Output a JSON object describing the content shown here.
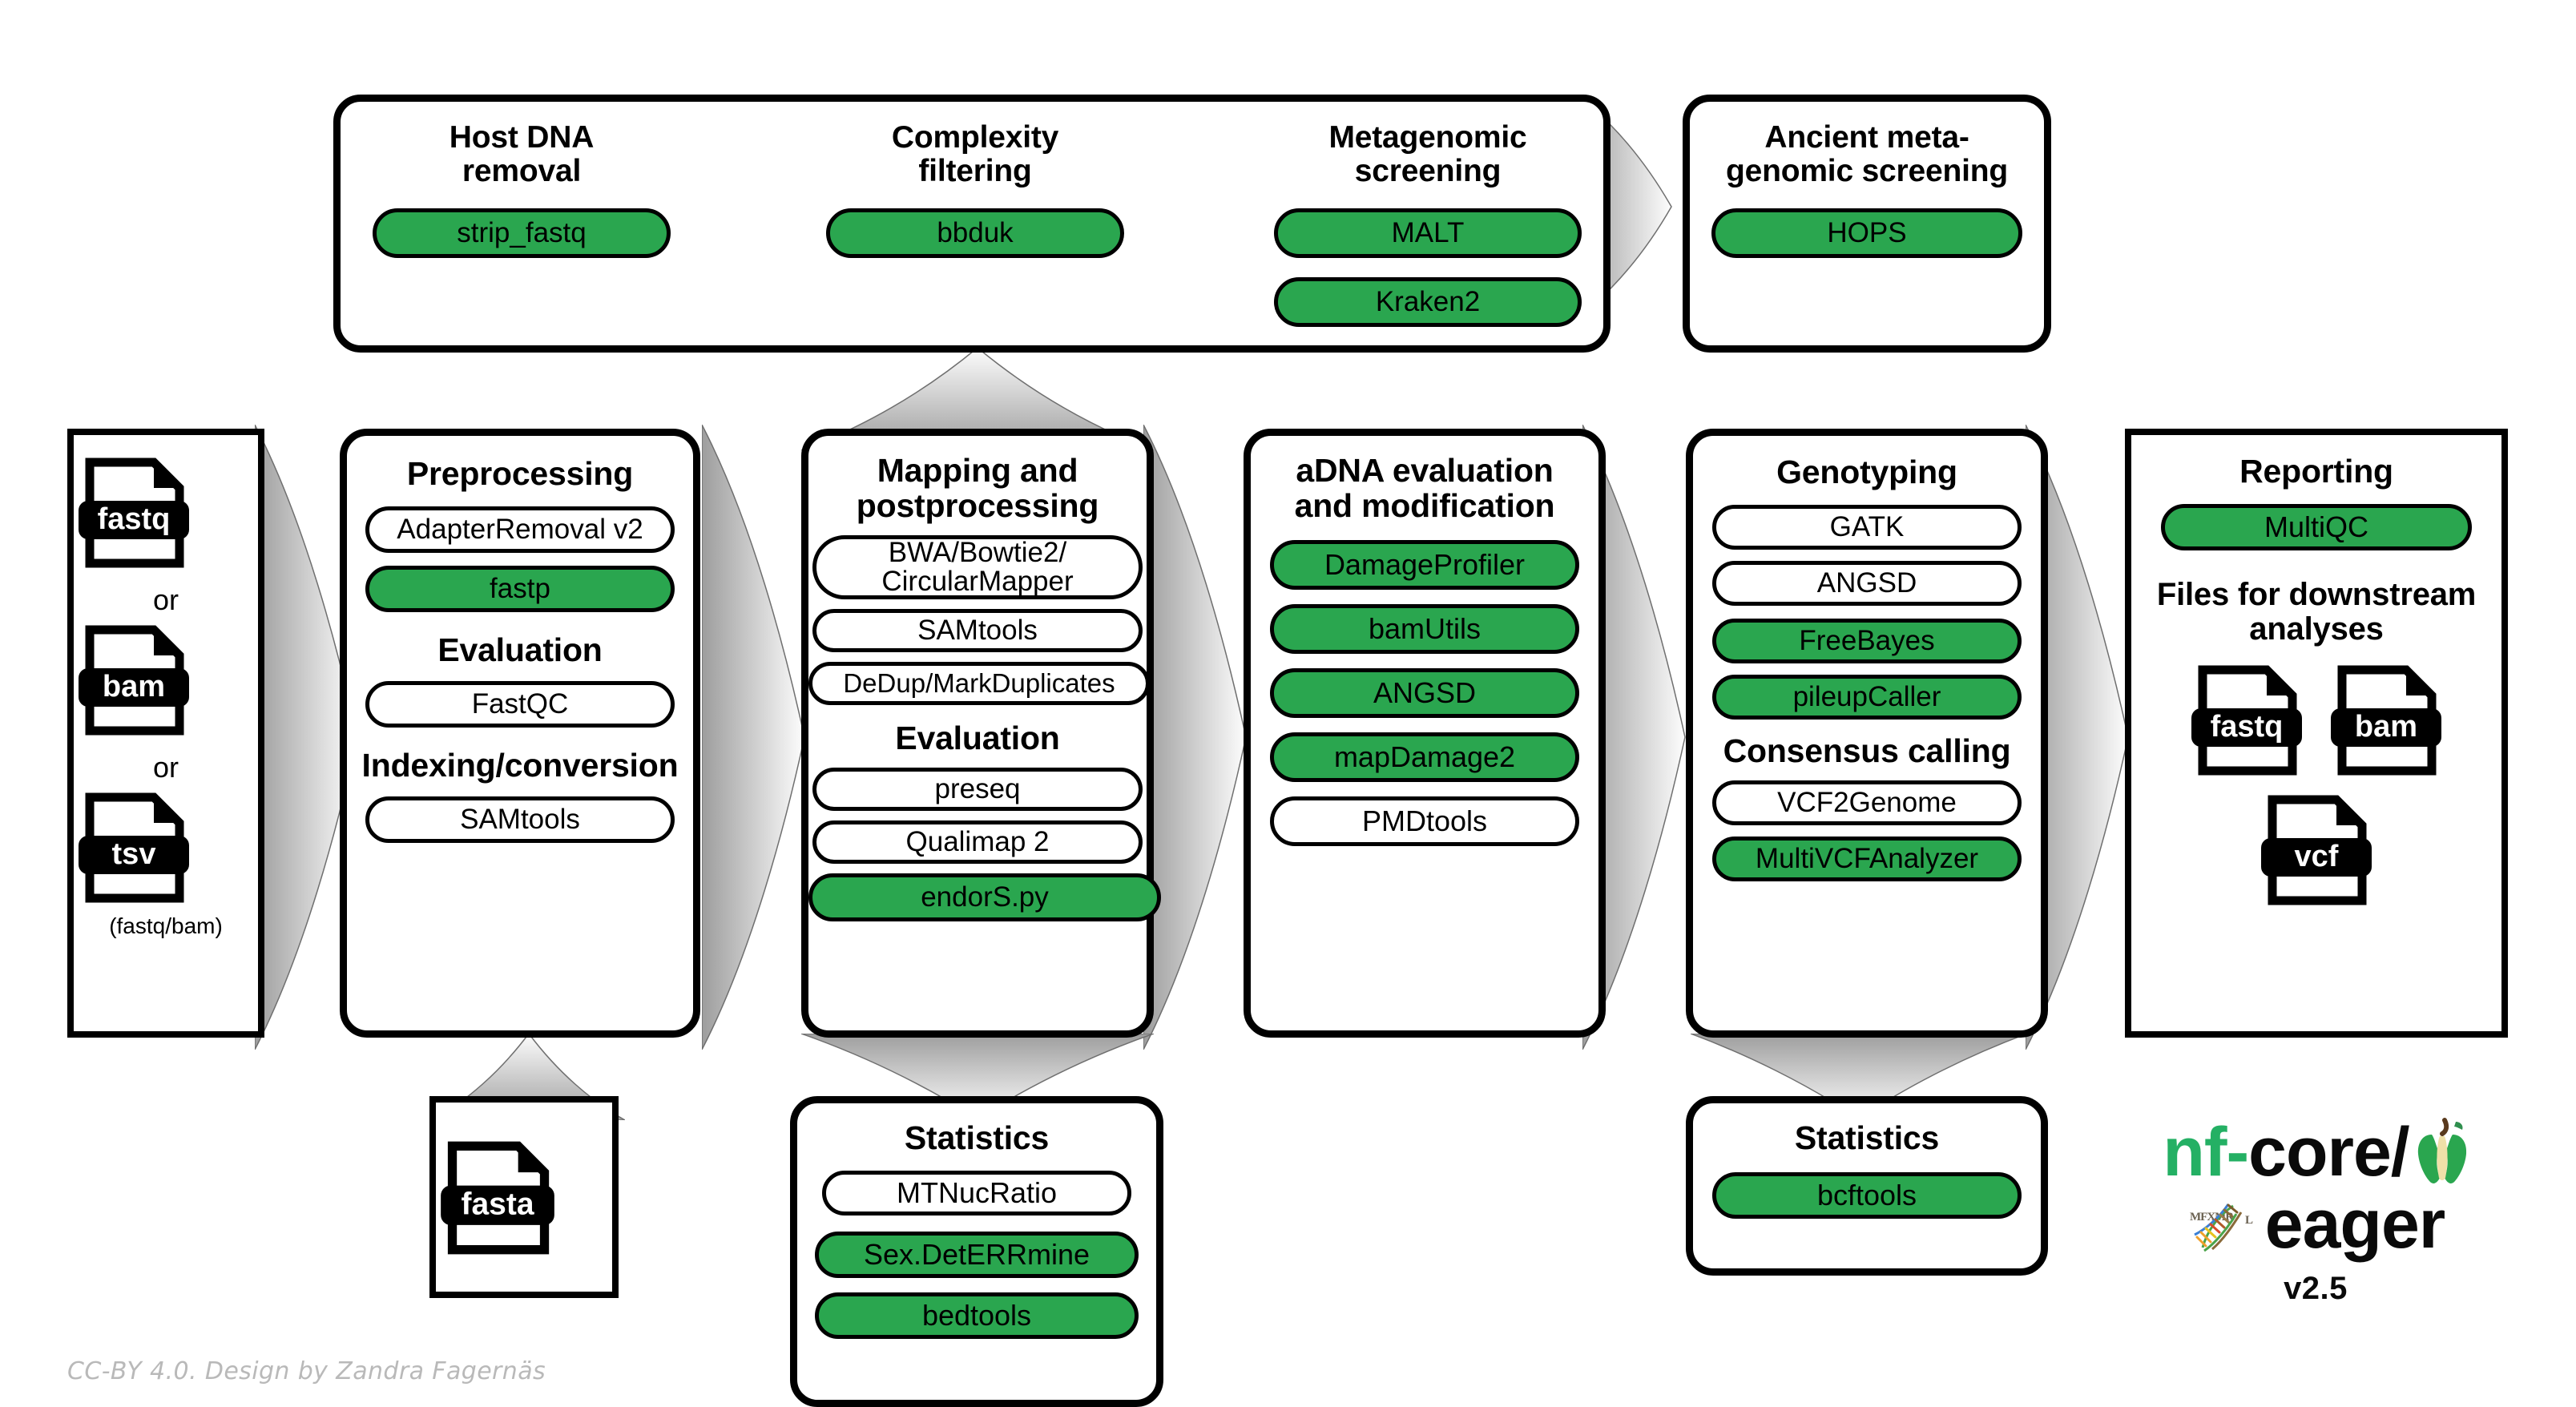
{
  "diagram": {
    "title": "nf-core/eager pipeline overview",
    "accent_green": "#2AA64F",
    "outline_black": "#000000",
    "credit": "CC-BY 4.0. Design by Zandra Fagernäs"
  },
  "logo": {
    "nf": "nf",
    "dash": "-",
    "core_slash": "core/",
    "eager": "eager",
    "version": "v2.5",
    "apple_icon": "apple-core-icon",
    "dna_icon": "dna-helix-icon"
  },
  "inputs": {
    "name": "input-files",
    "files": [
      {
        "label": "fastq"
      },
      {
        "label": "bam"
      },
      {
        "label": "tsv"
      }
    ],
    "or_1": "or",
    "or_2": "or",
    "note": "(fastq/bam)"
  },
  "reference": {
    "name": "reference-file",
    "file": {
      "label": "fasta"
    }
  },
  "screening_panel": {
    "title": "",
    "groups": [
      {
        "title": "Host DNA\nremoval",
        "tools": [
          {
            "label": "strip_fastq",
            "green": true
          }
        ]
      },
      {
        "title": "Complexity\nfiltering",
        "tools": [
          {
            "label": "bbduk",
            "green": true
          }
        ]
      },
      {
        "title": "Metagenomic\nscreening",
        "tools": [
          {
            "label": "MALT",
            "green": true
          },
          {
            "label": "Kraken2",
            "green": true
          }
        ]
      }
    ]
  },
  "ancient_screening": {
    "title": "Ancient meta-\ngenomic screening",
    "tools": [
      {
        "label": "HOPS",
        "green": true
      }
    ]
  },
  "preprocessing": {
    "title": "Preprocessing",
    "tools": [
      {
        "label": "AdapterRemoval v2",
        "green": false
      },
      {
        "label": "fastp",
        "green": true
      }
    ],
    "sections": [
      {
        "title": "Evaluation",
        "tools": [
          {
            "label": "FastQC",
            "green": false
          }
        ]
      },
      {
        "title": "Indexing/conversion",
        "tools": [
          {
            "label": "SAMtools",
            "green": false
          }
        ]
      }
    ]
  },
  "mapping": {
    "title": "Mapping and\npostprocessing",
    "tools": [
      {
        "label": "BWA/Bowtie2/\nCircularMapper",
        "green": false
      },
      {
        "label": "SAMtools",
        "green": false
      },
      {
        "label": "DeDup/MarkDuplicates",
        "green": false
      }
    ],
    "sections": [
      {
        "title": "Evaluation",
        "tools": [
          {
            "label": "preseq",
            "green": false
          },
          {
            "label": "Qualimap 2",
            "green": false
          },
          {
            "label": "endorS.py",
            "green": true
          }
        ]
      }
    ]
  },
  "adna": {
    "title": "aDNA evaluation\nand modification",
    "tools": [
      {
        "label": "DamageProfiler",
        "green": true
      },
      {
        "label": "bamUtils",
        "green": true
      },
      {
        "label": "ANGSD",
        "green": true
      },
      {
        "label": "mapDamage2",
        "green": true
      },
      {
        "label": "PMDtools",
        "green": false
      }
    ]
  },
  "genotyping": {
    "title": "Genotyping",
    "tools": [
      {
        "label": "GATK",
        "green": false
      },
      {
        "label": "ANGSD",
        "green": false
      },
      {
        "label": "FreeBayes",
        "green": true
      },
      {
        "label": "pileupCaller",
        "green": true
      }
    ],
    "sections": [
      {
        "title": "Consensus calling",
        "tools": [
          {
            "label": "VCF2Genome",
            "green": false
          },
          {
            "label": "MultiVCFAnalyzer",
            "green": true
          }
        ]
      }
    ]
  },
  "reporting": {
    "title": "Reporting",
    "tools": [
      {
        "label": "MultiQC",
        "green": true
      }
    ],
    "downstream_title": "Files for downstream\nanalyses",
    "files": [
      {
        "label": "fastq"
      },
      {
        "label": "bam"
      },
      {
        "label": "vcf"
      }
    ]
  },
  "statistics_mapping": {
    "title": "Statistics",
    "tools": [
      {
        "label": "MTNucRatio",
        "green": false
      },
      {
        "label": "Sex.DetERRmine",
        "green": true
      },
      {
        "label": "bedtools",
        "green": true
      }
    ]
  },
  "statistics_genotyping": {
    "title": "Statistics",
    "tools": [
      {
        "label": "bcftools",
        "green": true
      }
    ]
  }
}
